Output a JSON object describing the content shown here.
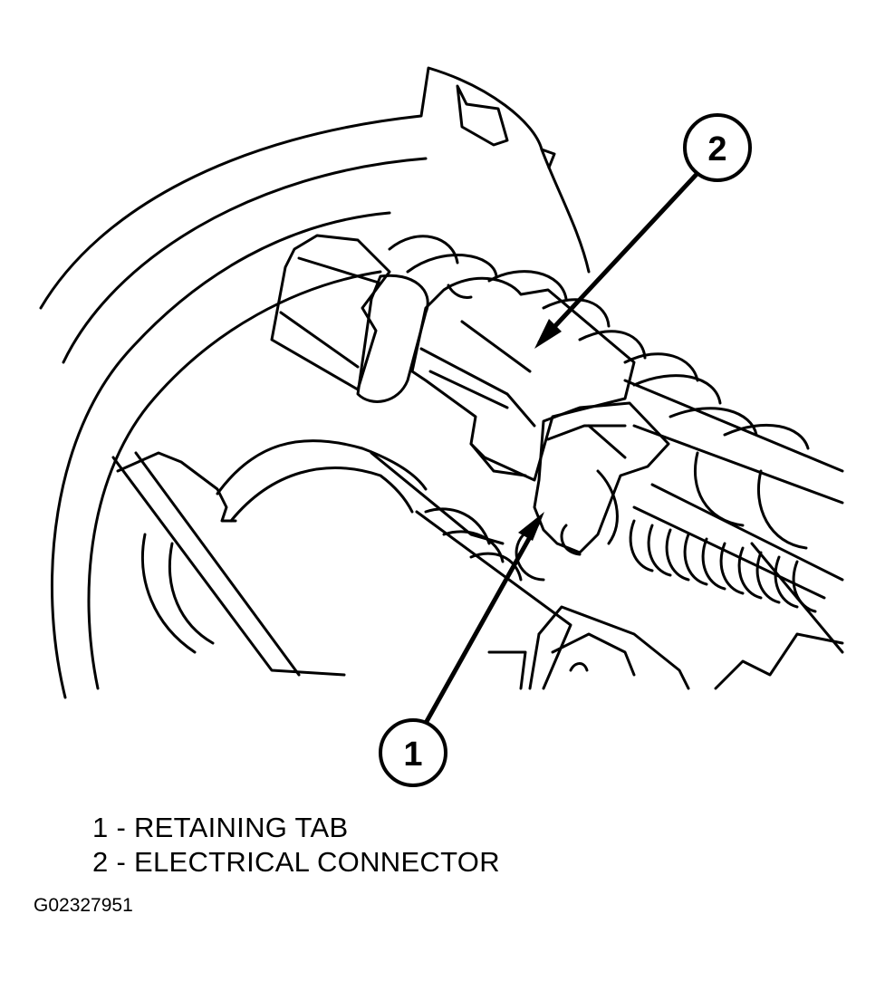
{
  "callouts": [
    {
      "number": "1",
      "label": "RETAINING TAB"
    },
    {
      "number": "2",
      "label": "ELECTRICAL CONNECTOR"
    }
  ],
  "legend": {
    "item1": "1 - RETAINING TAB",
    "item2": "2 - ELECTRICAL CONNECTOR"
  },
  "figure_id": "G02327951",
  "colors": {
    "ink": "#000000",
    "paper": "#ffffff"
  }
}
